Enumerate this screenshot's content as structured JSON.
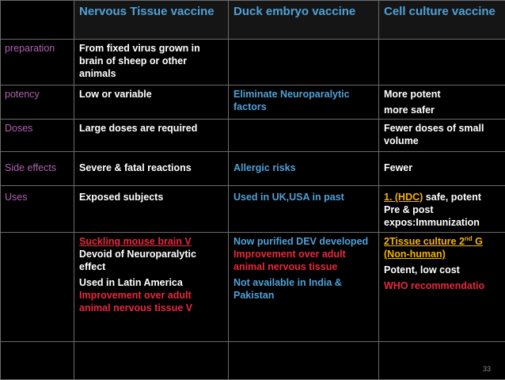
{
  "headers": {
    "col1": "Nervous Tissue vaccine",
    "col2": "Duck embryo vaccine",
    "col3": "Cell culture vaccine"
  },
  "rows": {
    "preparation": {
      "label": "preparation",
      "nervous": "From fixed virus grown in brain of sheep or other animals",
      "duck": "",
      "cell": ""
    },
    "potency": {
      "label": "potency",
      "nervous": "Low or variable",
      "duck": "Eliminate Neuroparalytic factors",
      "cell_line1": "More potent",
      "cell_line2": "more safer"
    },
    "doses": {
      "label": "Doses",
      "nervous": "Large doses are required",
      "duck": "",
      "cell": "Fewer doses of small volume"
    },
    "side_effects": {
      "label": "Side effects",
      "nervous": "Severe & fatal reactions",
      "duck": "Allergic risks",
      "cell": "Fewer"
    },
    "uses": {
      "label": "Uses",
      "nervous": "Exposed subjects",
      "duck": "Used in UK,USA in past",
      "cell_highlight": "1. (HDC)",
      "cell_rest": " safe, potent",
      "cell_line2": "Pre & post",
      "cell_line3": "expos:Immunization"
    },
    "notes": {
      "nervous_line1": "Suckling mouse brain V",
      "nervous_line2": "Devoid of Neuroparalytic effect",
      "nervous_line3": "Used in Latin America",
      "nervous_line4": "Improvement over adult animal nervous tissue V",
      "duck_line1": "Now purified DEV developed",
      "duck_line2": "Improvement over adult animal nervous tissue",
      "duck_line3": "Not available in India & Pakistan",
      "cell_line1a": "2Tissue culture 2",
      "cell_line1sup": "nd",
      "cell_line1b": " G",
      "cell_line2": "(Non-human)",
      "cell_line3": "Potent, low cost",
      "cell_line4": "WHO recommendatio"
    }
  },
  "page_number": "33",
  "colors": {
    "background": "#000000",
    "header_text": "#4fa1d8",
    "label_text": "#b061b0",
    "highlight_red": "#e8283c",
    "highlight_orange": "#f5b400",
    "grid_line": "#6b6b6b"
  }
}
